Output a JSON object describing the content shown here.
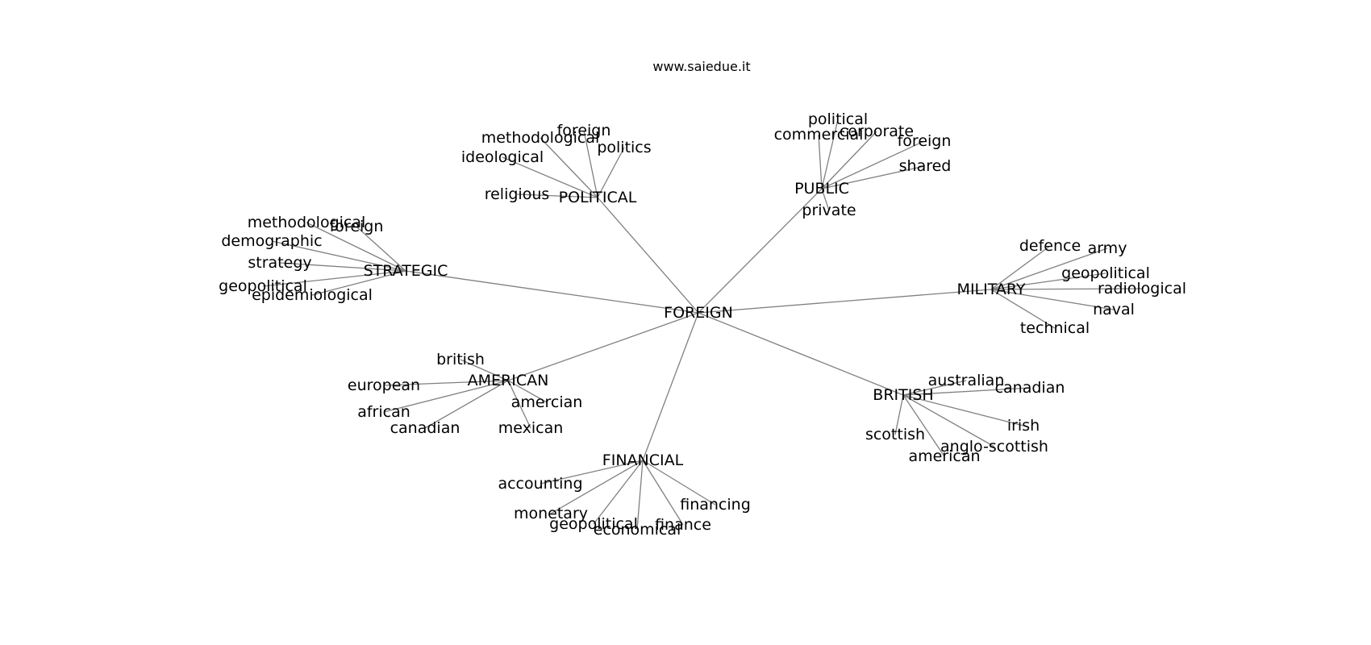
{
  "title": "www.saiedue.it",
  "graph": {
    "center": "FOREIGN",
    "groups": [
      {
        "label": "POLITICAL",
        "words": [
          "foreign",
          "methodological",
          "politics",
          "ideological",
          "religious"
        ]
      },
      {
        "label": "PUBLIC",
        "words": [
          "political",
          "commercial",
          "corporate",
          "foreign",
          "shared",
          "private"
        ]
      },
      {
        "label": "STRATEGIC",
        "words": [
          "methodological",
          "foreign",
          "demographic",
          "strategy",
          "geopolitical",
          "epidemiological"
        ]
      },
      {
        "label": "MILITARY",
        "words": [
          "defence",
          "army",
          "geopolitical",
          "radiological",
          "naval",
          "technical"
        ]
      },
      {
        "label": "AMERICAN",
        "words": [
          "british",
          "european",
          "amercian",
          "african",
          "canadian",
          "mexican"
        ]
      },
      {
        "label": "BRITISH",
        "words": [
          "australian",
          "canadian",
          "irish",
          "scottish",
          "anglo-scottish",
          "american"
        ]
      },
      {
        "label": "FINANCIAL",
        "words": [
          "accounting",
          "financing",
          "monetary",
          "geopolitical",
          "finance",
          "economical"
        ]
      }
    ]
  }
}
